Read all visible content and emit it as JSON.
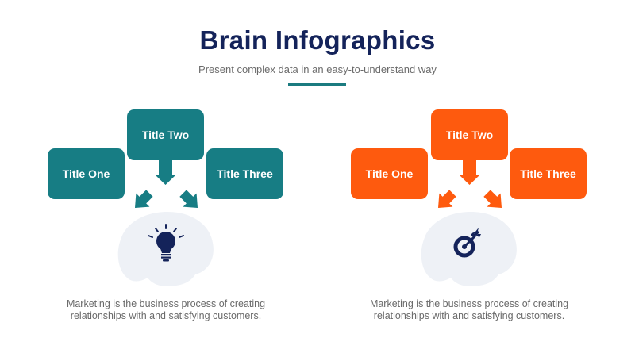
{
  "header": {
    "title": "Brain Infographics",
    "subtitle": "Present complex data in an easy-to-understand way",
    "underline_color": "#1b7b80"
  },
  "panels": [
    {
      "accent_color": "#177d84",
      "boxes": [
        {
          "label": "Title One"
        },
        {
          "label": "Title Two"
        },
        {
          "label": "Title Three"
        }
      ],
      "icon": "lightbulb-icon",
      "description": "Marketing is the business process of creating relationships with and satisfying customers."
    },
    {
      "accent_color": "#fe5a0e",
      "boxes": [
        {
          "label": "Title One"
        },
        {
          "label": "Title Two"
        },
        {
          "label": "Title Three"
        }
      ],
      "icon": "target-icon",
      "description": "Marketing is the business process of creating relationships with and satisfying customers."
    }
  ],
  "colors": {
    "title": "#14235a",
    "icon": "#14235a",
    "brain": "#eef1f6",
    "text": "#6a6a6a"
  }
}
